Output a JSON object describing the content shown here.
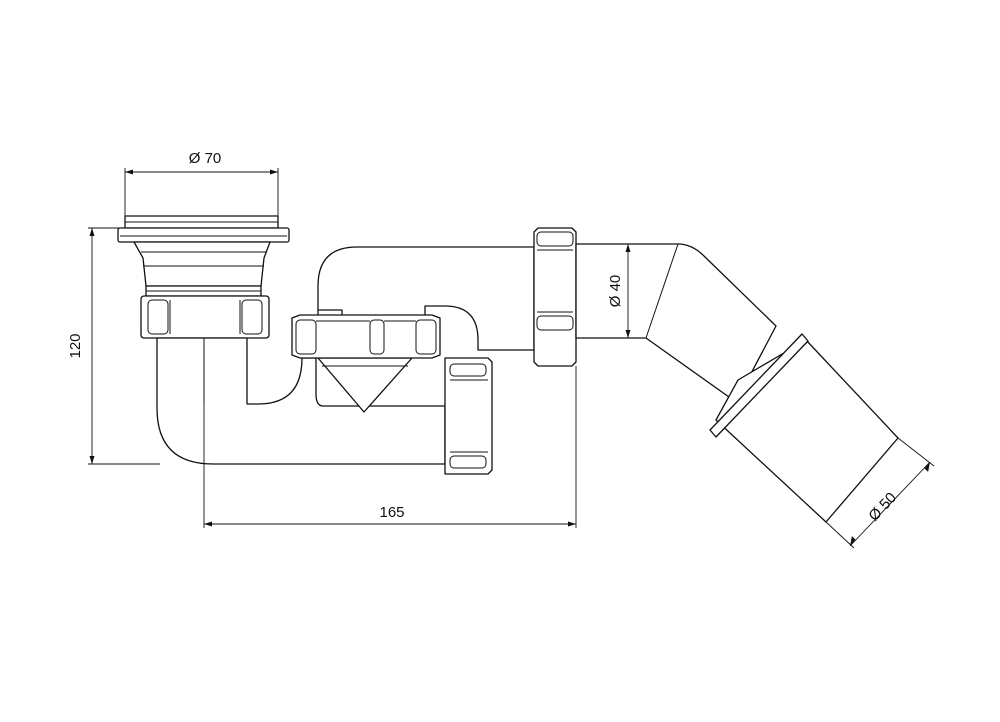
{
  "dimensions": {
    "strainer_diameter": "Ø 70",
    "height": "120",
    "length": "165",
    "outlet_diameter": "Ø 40",
    "adapter_diameter": "Ø 50"
  },
  "colors": {
    "line": "#111111",
    "background": "#ffffff"
  }
}
